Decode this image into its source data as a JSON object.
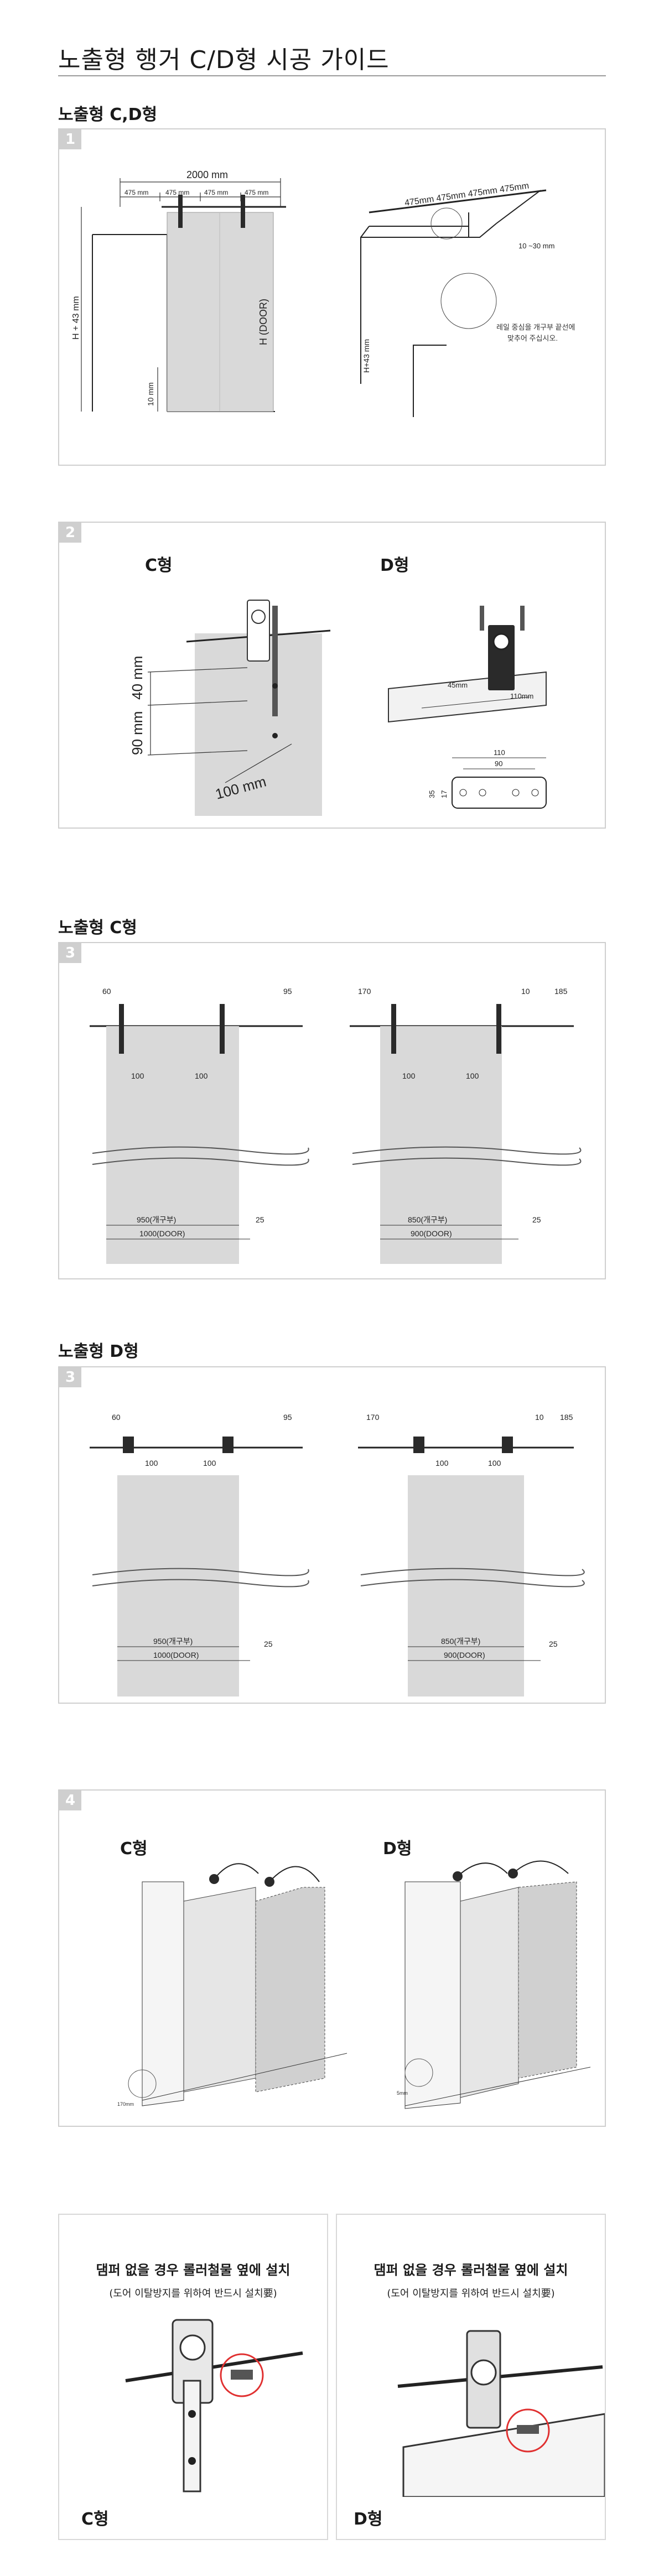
{
  "page_title": "노출형 행거 C/D형 시공 가이드",
  "sections": {
    "cd_heading": "노출형 C,D형",
    "c_heading": "노출형 C형",
    "d_heading": "노출형 D형"
  },
  "step1": {
    "num": "1",
    "total_width": "2000 mm",
    "segments": [
      "475 mm",
      "475 mm",
      "475 mm",
      "475 mm"
    ],
    "height_label": "H + 43 mm",
    "door_label": "H (DOOR)",
    "gap_label": "10 mm",
    "iso_segments": "475mm 475mm 475mm 475mm",
    "iso_height": "H+43 mm",
    "iso_offset": "10 ~30 mm",
    "note_line1": "레일 중심을 개구부 끝선에",
    "note_line2": "맞추어 주십시오."
  },
  "step2": {
    "num": "2",
    "c_label": "C형",
    "d_label": "D형",
    "dim_40": "40 mm",
    "dim_90": "90 mm",
    "dim_100": "100 mm",
    "dim_45": "45mm",
    "dim_110": "110mm",
    "plate_110": "110",
    "plate_90": "90",
    "plate_35": "35",
    "plate_17": "17"
  },
  "step3c": {
    "num": "3",
    "left": {
      "d60": "60",
      "d95": "95",
      "d100a": "100",
      "d100b": "100",
      "opening": "950(개구부)",
      "door": "1000(DOOR)",
      "d25": "25"
    },
    "right": {
      "d170": "170",
      "d10": "10",
      "d185": "185",
      "d100a": "100",
      "d100b": "100",
      "opening": "850(개구부)",
      "door": "900(DOOR)",
      "d25": "25"
    }
  },
  "step3d": {
    "num": "3",
    "left": {
      "d60": "60",
      "d95": "95",
      "d100a": "100",
      "d100b": "100",
      "opening": "950(개구부)",
      "door": "1000(DOOR)",
      "d25": "25"
    },
    "right": {
      "d170": "170",
      "d10": "10",
      "d185": "185",
      "d100a": "100",
      "d100b": "100",
      "opening": "850(개구부)",
      "door": "900(DOOR)",
      "d25": "25"
    }
  },
  "step4": {
    "num": "4",
    "c_label": "C형",
    "d_label": "D형",
    "small_c": "170mm",
    "small_d": "5mm"
  },
  "notices": [
    {
      "title": "댐퍼 없을 경우 롤러철물 옆에 설치",
      "sub": "(도어 이탈방지를 위하여 반드시 설치要)",
      "label": "C형"
    },
    {
      "title": "댐퍼 없을 경우 롤러철물 옆에 설치",
      "sub": "(도어 이탈방지를 위하여 반드시 설치要)",
      "label": "D형"
    }
  ],
  "colors": {
    "door_fill": "#d9d9d9",
    "panel_border": "#cfcfcf",
    "step_badge": "#cfcfcf",
    "accent_red": "#e03030",
    "hanger": "#2a2a2a"
  }
}
